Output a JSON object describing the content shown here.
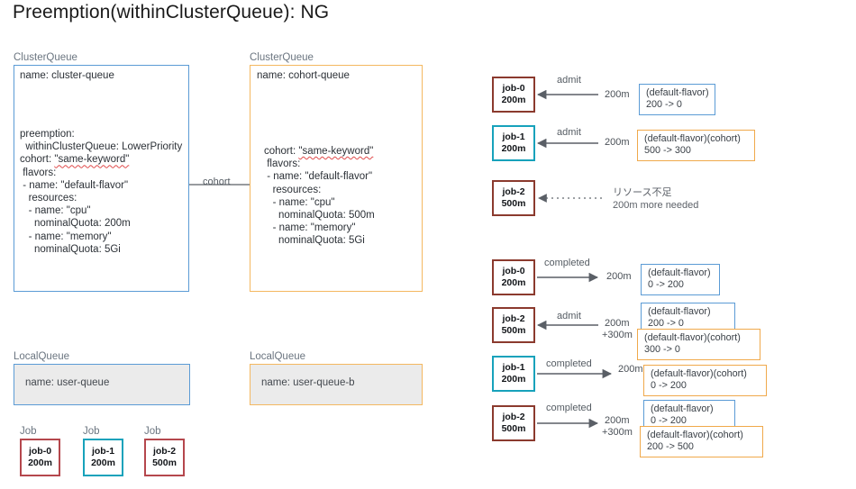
{
  "title": "Preemption(withinClusterQueue): NG",
  "entity_labels": {
    "clusterqueue": "ClusterQueue",
    "localqueue": "LocalQueue",
    "job": "Job"
  },
  "cluster_queues": [
    {
      "label": "ClusterQueue",
      "border_color": "#5b9bd5",
      "name_line": "name: cluster-queue",
      "spec_head": "preemption:\n  withinClusterQueue: LowerPriority\ncohort: ",
      "spec_keyword": "\"same-keyword\"",
      "spec_tail": "\n flavors:\n - name: \"default-flavor\"\n   resources:\n   - name: \"cpu\"\n     nominalQuota: 200m\n   - name: \"memory\"\n     nominalQuota: 5Gi"
    },
    {
      "label": "ClusterQueue",
      "border_color": "#f4b860",
      "name_line": "name: cohort-queue",
      "spec_head": "cohort: ",
      "spec_keyword": "\"same-keyword\"",
      "spec_tail": "\n flavors:\n - name: \"default-flavor\"\n   resources:\n   - name: \"cpu\"\n     nominalQuota: 500m\n   - name: \"memory\"\n     nominalQuota: 5Gi"
    }
  ],
  "cohort_edge_label": "cohort",
  "local_queues": [
    {
      "label": "LocalQueue",
      "name_line": "name: user-queue",
      "border_color": "#5b9bd5"
    },
    {
      "label": "LocalQueue",
      "name_line": "name: user-queue-b",
      "border_color": "#f4b860"
    }
  ],
  "bottom_jobs": [
    {
      "label": "Job",
      "name": "job-0",
      "amount": "200m",
      "border_color": "#8b3a2e"
    },
    {
      "label": "Job",
      "name": "job-1",
      "amount": "200m",
      "border_color": "#17a2bb"
    },
    {
      "label": "Job",
      "name": "job-2",
      "amount": "500m",
      "border_color": "#b5474d"
    }
  ],
  "flow_rows": [
    {
      "job_name": "job-0",
      "job_amount": "200m",
      "job_color": "#8b3a2e",
      "edge_label": "admit",
      "direction": "left",
      "style": "solid",
      "amount": "200m",
      "amount_extra": "",
      "quotas": [
        {
          "flavor": "(default-flavor)",
          "transition": "200 -> 0",
          "color": "#5b9bd5"
        }
      ],
      "note": ""
    },
    {
      "job_name": "job-1",
      "job_amount": "200m",
      "job_color": "#17a2bb",
      "edge_label": "admit",
      "direction": "left",
      "style": "solid",
      "amount": "200m",
      "amount_extra": "",
      "quotas": [
        {
          "flavor": "(default-flavor)(cohort)",
          "transition": "500 -> 300",
          "color": "#f0a94b"
        }
      ],
      "note": ""
    },
    {
      "job_name": "job-2",
      "job_amount": "500m",
      "job_color": "#8b3a2e",
      "edge_label": "",
      "direction": "left",
      "style": "dotted",
      "amount": "",
      "amount_extra": "",
      "quotas": [],
      "note": "リソース不足\n200m more needed"
    },
    {
      "job_name": "job-0",
      "job_amount": "200m",
      "job_color": "#8b3a2e",
      "edge_label": "completed",
      "direction": "right",
      "style": "solid",
      "amount": "200m",
      "amount_extra": "",
      "quotas": [
        {
          "flavor": "(default-flavor)",
          "transition": "0 -> 200",
          "color": "#5b9bd5"
        }
      ],
      "note": ""
    },
    {
      "job_name": "job-2",
      "job_amount": "500m",
      "job_color": "#8b3a2e",
      "edge_label": "admit",
      "direction": "left",
      "style": "solid",
      "amount": "200m",
      "amount_extra": "+300m",
      "quotas": [
        {
          "flavor": "(default-flavor)",
          "transition": "200 -> 0",
          "color": "#5b9bd5"
        },
        {
          "flavor": "(default-flavor)(cohort)",
          "transition": "300 -> 0",
          "color": "#f0a94b"
        }
      ],
      "note": ""
    },
    {
      "job_name": "job-1",
      "job_amount": "200m",
      "job_color": "#17a2bb",
      "edge_label": "completed",
      "direction": "right",
      "style": "solid",
      "amount": "200m",
      "amount_extra": "",
      "quotas": [
        {
          "flavor": "(default-flavor)(cohort)",
          "transition": "0 -> 200",
          "color": "#f0a94b"
        }
      ],
      "note": ""
    },
    {
      "job_name": "job-2",
      "job_amount": "500m",
      "job_color": "#8b3a2e",
      "edge_label": "completed",
      "direction": "right",
      "style": "solid",
      "amount": "200m",
      "amount_extra": "+300m",
      "quotas": [
        {
          "flavor": "(default-flavor)",
          "transition": "0 -> 200",
          "color": "#5b9bd5"
        },
        {
          "flavor": "(default-flavor)(cohort)",
          "transition": "200 -> 500",
          "color": "#f0a94b"
        }
      ],
      "note": ""
    }
  ]
}
